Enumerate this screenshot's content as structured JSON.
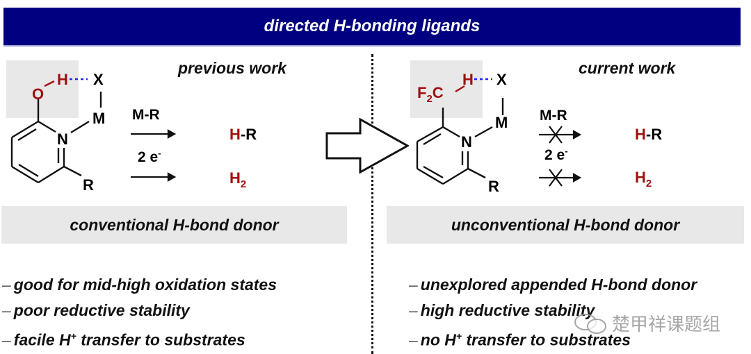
{
  "banner": {
    "title": "directed H-bonding ligands"
  },
  "colors": {
    "banner": "#000080",
    "highlight": "#a01010",
    "hbond": "#2020ff",
    "box": "#e8e8e8"
  },
  "left": {
    "title": "previous work",
    "molecule": {
      "O": "O",
      "H": "H",
      "X": "X",
      "M": "M",
      "N": "N",
      "R": "R"
    },
    "reagent_top": "M-R",
    "reagent_bottom": "2 e",
    "reagent_bottom_sup": "-",
    "product_top_h": "H",
    "product_top_rest": "-R",
    "product_bottom": "H",
    "product_bottom_sub": "2",
    "label": "conventional H-bond donor",
    "bullets": [
      {
        "dash": "–",
        "text": "good for mid-high oxidation states"
      },
      {
        "dash": "–",
        "text": "poor reductive stability"
      },
      {
        "dash": "–",
        "pre": "facile H",
        "sup": "+",
        "post": " transfer to substrates"
      }
    ]
  },
  "right": {
    "title": "current work",
    "molecule": {
      "F": "F",
      "F_sub": "2",
      "C": "C",
      "H": "H",
      "X": "X",
      "M": "M",
      "N": "N",
      "R": "R"
    },
    "reagent_top": "M-R",
    "reagent_bottom": "2 e",
    "reagent_bottom_sup": "-",
    "product_top_h": "H",
    "product_top_rest": "-R",
    "product_bottom": "H",
    "product_bottom_sub": "2",
    "label": "unconventional H-bond donor",
    "bullets": [
      {
        "dash": "–",
        "text": "unexplored appended H-bond donor"
      },
      {
        "dash": "–",
        "text": "high reductive stability"
      },
      {
        "dash": "–",
        "pre": "no H",
        "sup": "+",
        "post": " transfer to substrates"
      }
    ]
  },
  "watermark": {
    "text": "楚甲祥课题组",
    "icon": "wechat-icon"
  }
}
